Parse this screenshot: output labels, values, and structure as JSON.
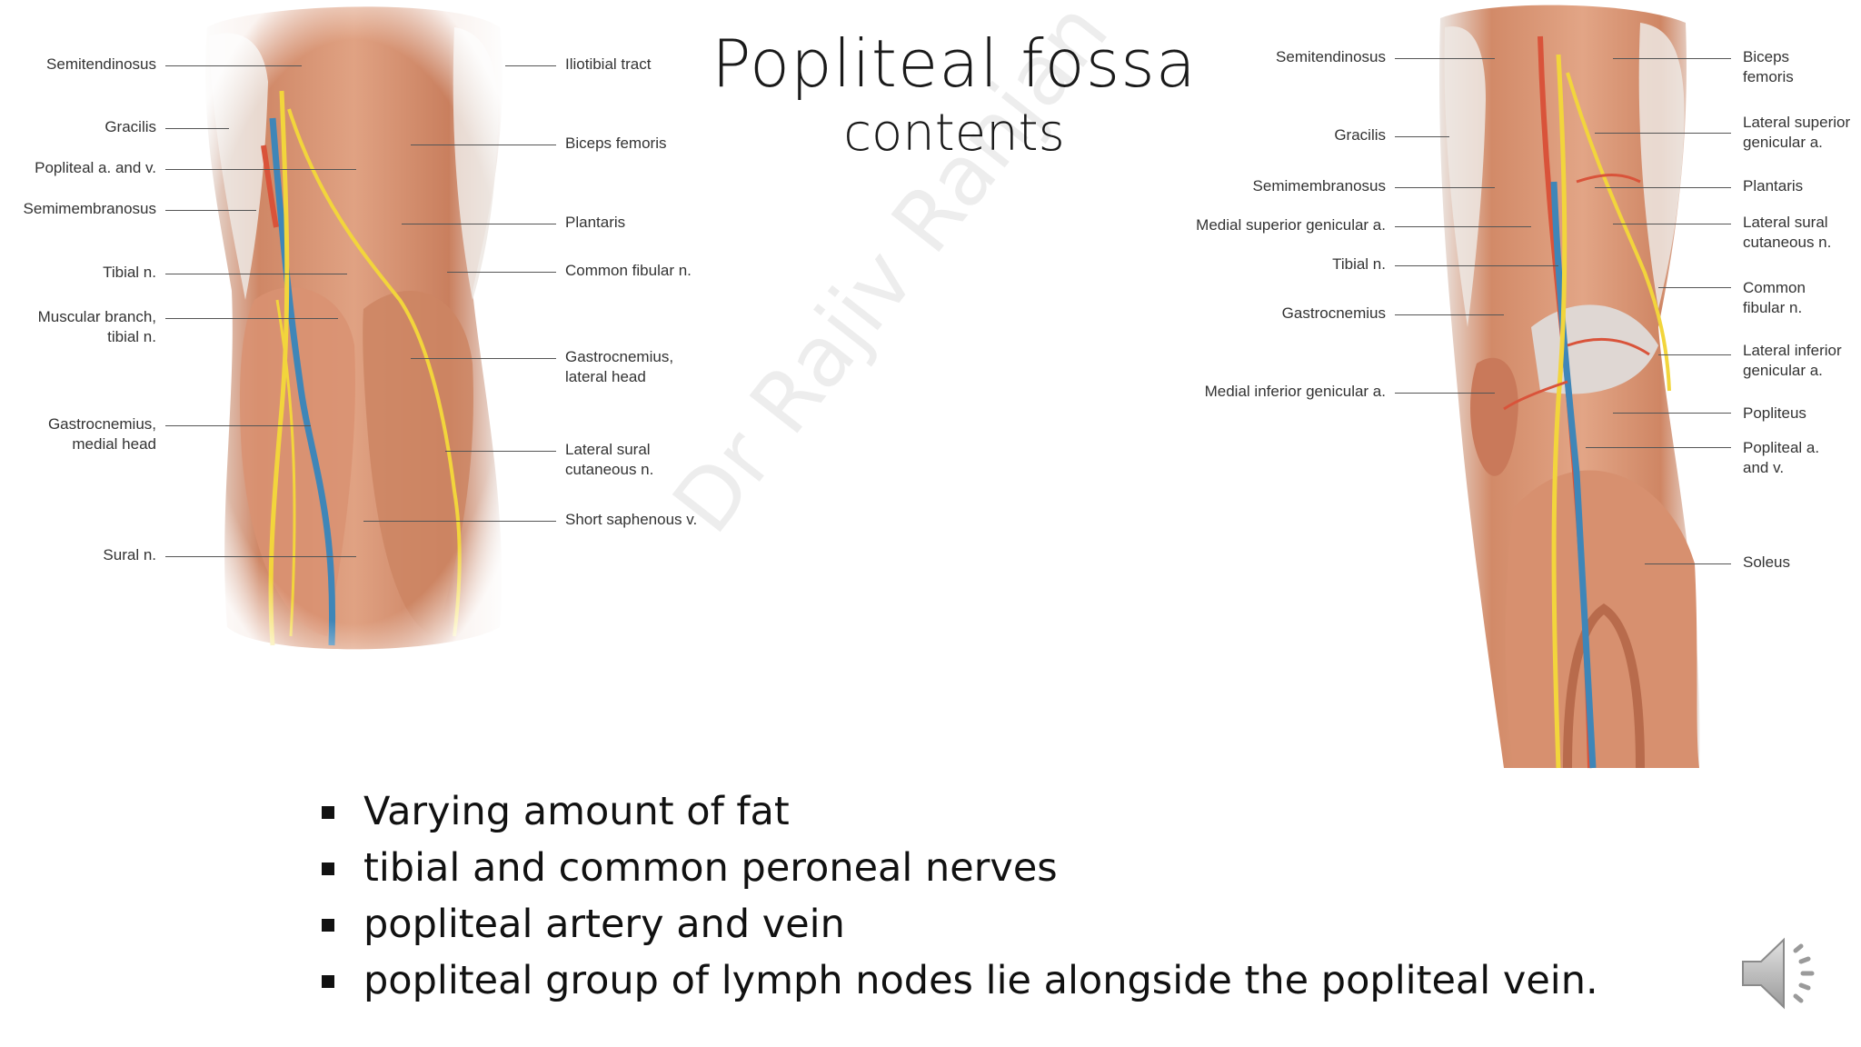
{
  "slide": {
    "title": "Popliteal fossa",
    "subtitle": "contents",
    "watermark": "Dr Rajiv Ranjan",
    "bullets": [
      "Varying amount of fat",
      "tibial and common peroneal nerves",
      "popliteal artery and vein",
      "popliteal group of  lymph nodes lie alongside the popliteal vein."
    ]
  },
  "left_figure": {
    "labels_left": [
      [
        "Semitendinosus"
      ],
      [
        "Gracilis"
      ],
      [
        "Popliteal a. and v."
      ],
      [
        "Semimembranosus"
      ],
      [
        "Tibial n."
      ],
      [
        "Muscular branch,",
        "tibial n."
      ],
      [
        "Gastrocnemius,",
        "medial head"
      ],
      [
        "Sural n."
      ]
    ],
    "labels_right": [
      [
        "Iliotibial tract"
      ],
      [
        "Biceps femoris"
      ],
      [
        "Plantaris"
      ],
      [
        "Common fibular n."
      ],
      [
        "Gastrocnemius,",
        "lateral head"
      ],
      [
        "Lateral sural",
        "cutaneous n."
      ],
      [
        "Short saphenous v."
      ]
    ]
  },
  "right_figure": {
    "labels_left": [
      [
        "Semitendinosus"
      ],
      [
        "Gracilis"
      ],
      [
        "Semimembranosus"
      ],
      [
        "Medial superior genicular a."
      ],
      [
        "Tibial n."
      ],
      [
        "Gastrocnemius"
      ],
      [
        "Medial inferior genicular a."
      ]
    ],
    "labels_right": [
      [
        "Biceps",
        "femoris"
      ],
      [
        "Lateral superior",
        "genicular a."
      ],
      [
        "Plantaris"
      ],
      [
        "Lateral sural",
        "cutaneous n."
      ],
      [
        "Common",
        "fibular n."
      ],
      [
        "Lateral inferior",
        "genicular a."
      ],
      [
        "Popliteus"
      ],
      [
        "Popliteal a.",
        "and v."
      ],
      [
        "Soleus"
      ]
    ]
  },
  "colors": {
    "muscle": "#d98f6e",
    "tendon": "#e8e3df",
    "nerve": "#f2d53c",
    "vein": "#3f86b8",
    "artery": "#d9533a"
  },
  "icons": [
    "speaker-icon"
  ]
}
